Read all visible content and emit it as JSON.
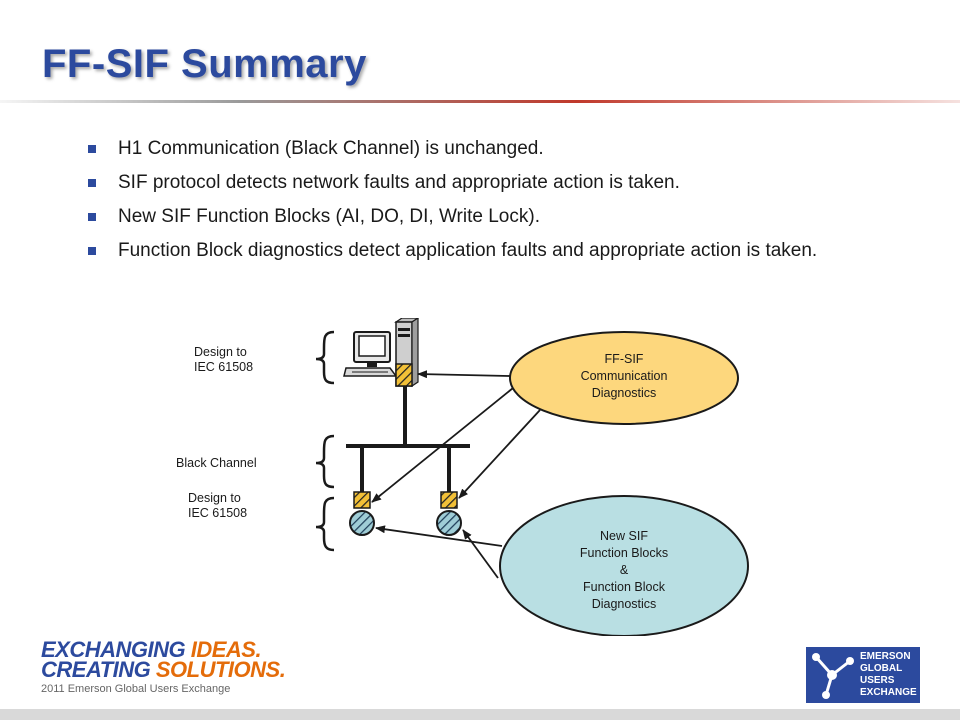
{
  "slide": {
    "title": "FF-SIF Summary",
    "bullets": [
      {
        "text": "H1 Communication (Black Channel) is unchanged."
      },
      {
        "text": "SIF protocol detects network faults and appropriate action is taken."
      },
      {
        "text": "New SIF Function Blocks (AI, DO, DI, Write Lock)."
      },
      {
        "text": "Function Block diagnostics detect application faults and appropriate action is taken."
      }
    ]
  },
  "diagram": {
    "labels": {
      "design_top_line1": "Design to",
      "design_top_line2": "IEC 61508",
      "black_channel": "Black Channel",
      "design_bottom_line1": "Design to",
      "design_bottom_line2": "IEC 61508"
    },
    "ellipse_top": {
      "lines": [
        "FF-SIF",
        "Communication",
        "Diagnostics"
      ],
      "fill": "#fdd77d"
    },
    "ellipse_bottom": {
      "lines": [
        "New SIF",
        "Function Blocks",
        "&",
        "Function Block",
        "Diagnostics"
      ],
      "fill": "#b9dfe3"
    }
  },
  "footer": {
    "brand_line1_a": "EXCHANGING ",
    "brand_line1_b": "IDEAS.",
    "brand_line2_a": "CREATING ",
    "brand_line2_b": "SOLUTIONS.",
    "brand_sub": "2011 Emerson Global Users Exchange",
    "logo_lines": [
      "EMERSON",
      "GLOBAL",
      "USERS",
      "EXCHANGE"
    ]
  },
  "colors": {
    "title": "#2c4a9e",
    "accent": "#e46c0a"
  }
}
